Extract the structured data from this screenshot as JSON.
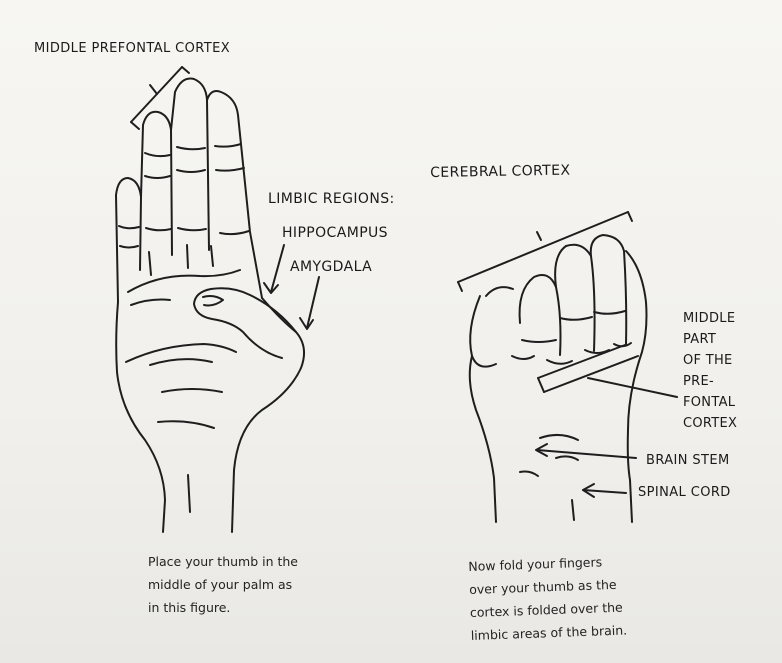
{
  "labels": {
    "middle_prefrontal": "MIDDLE PREFONTAL CORTEX",
    "limbic_regions": "LIMBIC REGIONS:",
    "hippocampus": "HIPPOCAMPUS",
    "amygdala": "AMYGDALA",
    "cerebral_cortex": "CEREBRAL CORTEX",
    "middle_part": [
      "MIDDLE",
      "PART",
      "OF THE",
      "PRE-",
      "FONTAL",
      "CORTEX"
    ],
    "brain_stem": "BRAIN STEM",
    "spinal_cord": "SPINAL CORD"
  },
  "captions": {
    "left": [
      "Place your thumb in the",
      "middle of your palm as",
      "in this figure."
    ],
    "right": [
      "Now fold your fingers",
      "over your thumb as the",
      "cortex is folded over the",
      "limbic areas of the brain."
    ]
  },
  "colors": {
    "ink": "#1b1b1b",
    "paper": "#f3f2ef"
  }
}
